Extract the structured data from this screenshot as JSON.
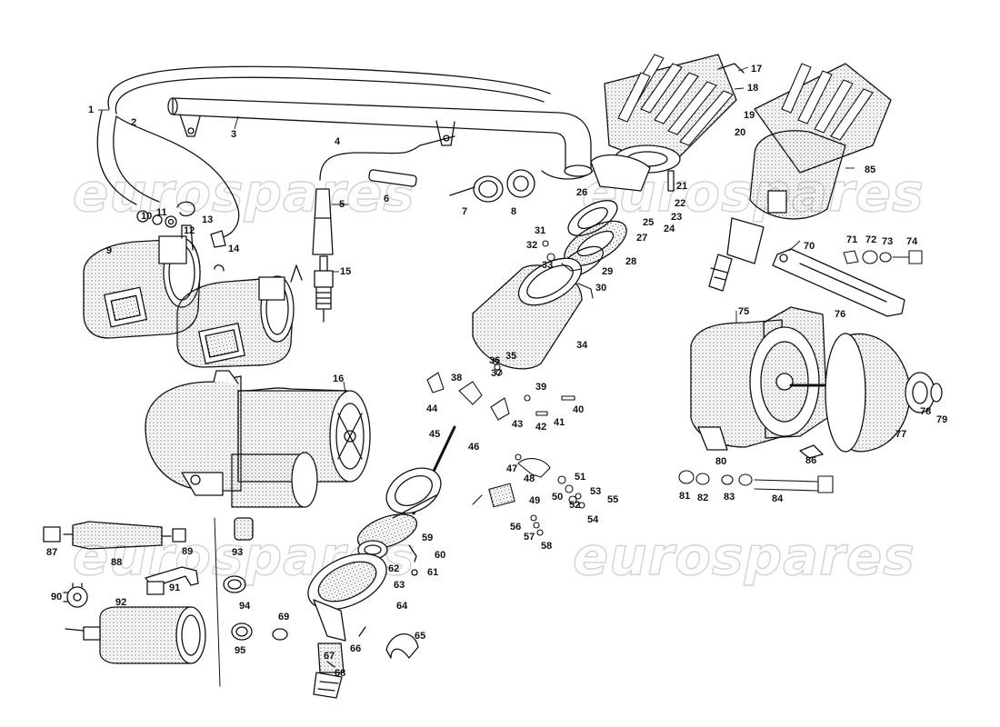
{
  "watermark": {
    "text": "eurospares"
  },
  "parts": [
    {
      "id": "p1",
      "label": "1"
    },
    {
      "id": "p2",
      "label": "2"
    },
    {
      "id": "p3",
      "label": "3"
    },
    {
      "id": "p4",
      "label": "4"
    },
    {
      "id": "p5",
      "label": "5"
    },
    {
      "id": "p6",
      "label": "6"
    },
    {
      "id": "p7",
      "label": "7"
    },
    {
      "id": "p8",
      "label": "8"
    },
    {
      "id": "p9",
      "label": "9"
    },
    {
      "id": "p10",
      "label": "10"
    },
    {
      "id": "p11",
      "label": "11"
    },
    {
      "id": "p12",
      "label": "12"
    },
    {
      "id": "p13",
      "label": "13"
    },
    {
      "id": "p14",
      "label": "14"
    },
    {
      "id": "p15",
      "label": "15"
    },
    {
      "id": "p16",
      "label": "16"
    },
    {
      "id": "p17",
      "label": "17"
    },
    {
      "id": "p18",
      "label": "18"
    },
    {
      "id": "p19",
      "label": "19"
    },
    {
      "id": "p20",
      "label": "20"
    },
    {
      "id": "p21",
      "label": "21"
    },
    {
      "id": "p22",
      "label": "22"
    },
    {
      "id": "p23",
      "label": "23"
    },
    {
      "id": "p24",
      "label": "24"
    },
    {
      "id": "p25",
      "label": "25"
    },
    {
      "id": "p26",
      "label": "26"
    },
    {
      "id": "p27",
      "label": "27"
    },
    {
      "id": "p28",
      "label": "28"
    },
    {
      "id": "p29",
      "label": "29"
    },
    {
      "id": "p30",
      "label": "30"
    },
    {
      "id": "p31",
      "label": "31"
    },
    {
      "id": "p32",
      "label": "32"
    },
    {
      "id": "p33",
      "label": "33"
    },
    {
      "id": "p34",
      "label": "34"
    },
    {
      "id": "p35",
      "label": "35"
    },
    {
      "id": "p36",
      "label": "36"
    },
    {
      "id": "p37",
      "label": "37"
    },
    {
      "id": "p38",
      "label": "38"
    },
    {
      "id": "p39",
      "label": "39"
    },
    {
      "id": "p40",
      "label": "40"
    },
    {
      "id": "p41",
      "label": "41"
    },
    {
      "id": "p42",
      "label": "42"
    },
    {
      "id": "p43",
      "label": "43"
    },
    {
      "id": "p44",
      "label": "44"
    },
    {
      "id": "p45",
      "label": "45"
    },
    {
      "id": "p46",
      "label": "46"
    },
    {
      "id": "p47",
      "label": "47"
    },
    {
      "id": "p48",
      "label": "48"
    },
    {
      "id": "p49",
      "label": "49"
    },
    {
      "id": "p50",
      "label": "50"
    },
    {
      "id": "p51",
      "label": "51"
    },
    {
      "id": "p52",
      "label": "52"
    },
    {
      "id": "p53",
      "label": "53"
    },
    {
      "id": "p54",
      "label": "54"
    },
    {
      "id": "p55",
      "label": "55"
    },
    {
      "id": "p56",
      "label": "56"
    },
    {
      "id": "p57",
      "label": "57"
    },
    {
      "id": "p58",
      "label": "58"
    },
    {
      "id": "p59",
      "label": "59"
    },
    {
      "id": "p60",
      "label": "60"
    },
    {
      "id": "p61",
      "label": "61"
    },
    {
      "id": "p62",
      "label": "62"
    },
    {
      "id": "p63",
      "label": "63"
    },
    {
      "id": "p64",
      "label": "64"
    },
    {
      "id": "p65",
      "label": "65"
    },
    {
      "id": "p66",
      "label": "66"
    },
    {
      "id": "p67",
      "label": "67"
    },
    {
      "id": "p68",
      "label": "68"
    },
    {
      "id": "p69",
      "label": "69"
    },
    {
      "id": "p70",
      "label": "70"
    },
    {
      "id": "p71",
      "label": "71"
    },
    {
      "id": "p72",
      "label": "72"
    },
    {
      "id": "p73",
      "label": "73"
    },
    {
      "id": "p74",
      "label": "74"
    },
    {
      "id": "p75",
      "label": "75"
    },
    {
      "id": "p76",
      "label": "76"
    },
    {
      "id": "p77",
      "label": "77"
    },
    {
      "id": "p78",
      "label": "78"
    },
    {
      "id": "p79",
      "label": "79"
    },
    {
      "id": "p80",
      "label": "80"
    },
    {
      "id": "p81",
      "label": "81"
    },
    {
      "id": "p82",
      "label": "82"
    },
    {
      "id": "p83",
      "label": "83"
    },
    {
      "id": "p84",
      "label": "84"
    },
    {
      "id": "p85",
      "label": "85"
    },
    {
      "id": "p86",
      "label": "86"
    },
    {
      "id": "p87",
      "label": "87"
    },
    {
      "id": "p88",
      "label": "88"
    },
    {
      "id": "p89",
      "label": "89"
    },
    {
      "id": "p90",
      "label": "90"
    },
    {
      "id": "p91",
      "label": "91"
    },
    {
      "id": "p92",
      "label": "92"
    },
    {
      "id": "p93",
      "label": "93"
    },
    {
      "id": "p94",
      "label": "94"
    },
    {
      "id": "p95",
      "label": "95"
    }
  ]
}
